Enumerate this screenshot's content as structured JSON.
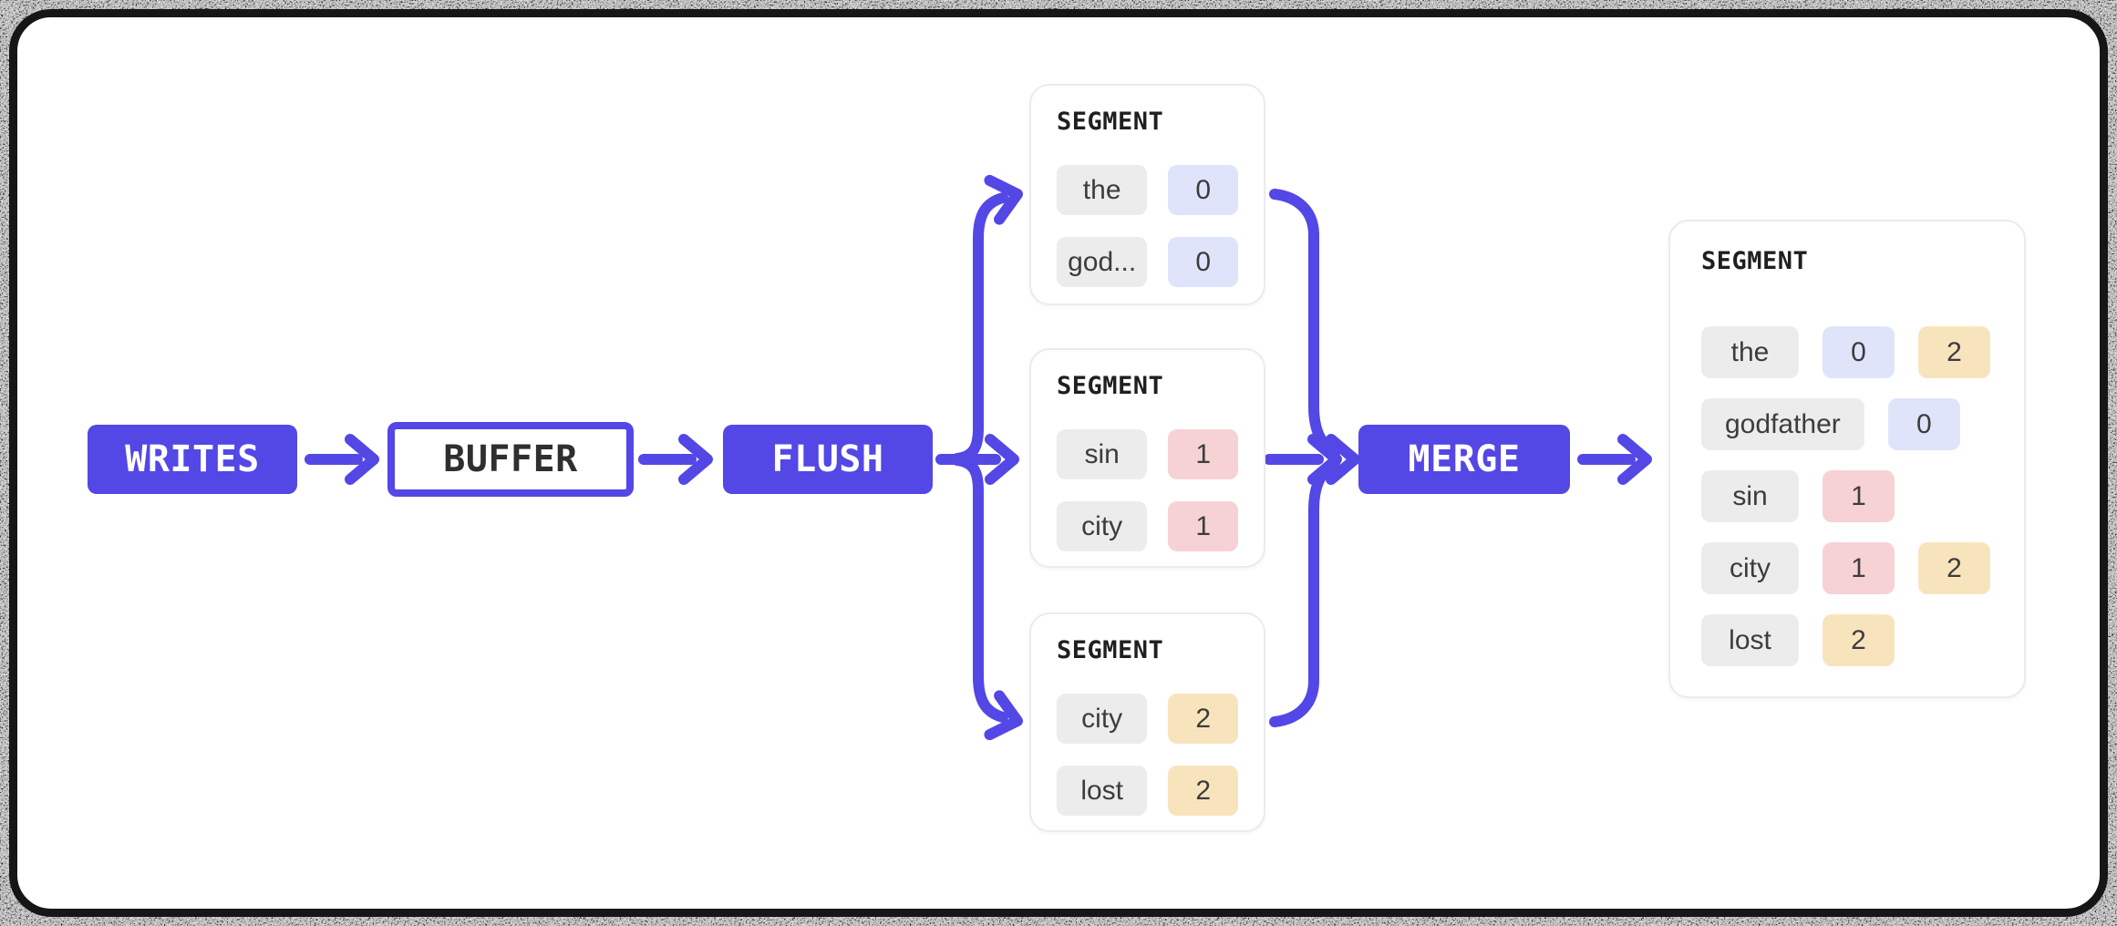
{
  "colors": {
    "accent": "#5347E6",
    "frame_border": "#161616",
    "node_text_light": "#FFFFFF",
    "node_text_dark": "#2F2F2F",
    "chip_gray": "#ECECEC",
    "chip_doc0_blue": "#DFE4FB",
    "chip_doc1_pink": "#F6D2D5",
    "chip_doc2_amber": "#F8E4BC",
    "card_border": "#EBEBEB"
  },
  "pipeline": {
    "writes_label": "WRITES",
    "buffer_label": "BUFFER",
    "flush_label": "FLUSH",
    "merge_label": "MERGE"
  },
  "segments": [
    {
      "title": "SEGMENT",
      "rows": [
        {
          "term": "the",
          "ids": [
            {
              "value": "0",
              "color": "#DFE4FB"
            }
          ]
        },
        {
          "term": "god...",
          "ids": [
            {
              "value": "0",
              "color": "#DFE4FB"
            }
          ]
        }
      ]
    },
    {
      "title": "SEGMENT",
      "rows": [
        {
          "term": "sin",
          "ids": [
            {
              "value": "1",
              "color": "#F6D2D5"
            }
          ]
        },
        {
          "term": "city",
          "ids": [
            {
              "value": "1",
              "color": "#F6D2D5"
            }
          ]
        }
      ]
    },
    {
      "title": "SEGMENT",
      "rows": [
        {
          "term": "city",
          "ids": [
            {
              "value": "2",
              "color": "#F8E4BC"
            }
          ]
        },
        {
          "term": "lost",
          "ids": [
            {
              "value": "2",
              "color": "#F8E4BC"
            }
          ]
        }
      ]
    }
  ],
  "merged_segment": {
    "title": "SEGMENT",
    "rows": [
      {
        "term": "the",
        "ids": [
          {
            "value": "0",
            "color": "#DFE4FB"
          },
          {
            "value": "2",
            "color": "#F8E4BC"
          }
        ]
      },
      {
        "term": "godfather",
        "ids": [
          {
            "value": "0",
            "color": "#DFE4FB"
          }
        ]
      },
      {
        "term": "sin",
        "ids": [
          {
            "value": "1",
            "color": "#F6D2D5"
          }
        ]
      },
      {
        "term": "city",
        "ids": [
          {
            "value": "1",
            "color": "#F6D2D5"
          },
          {
            "value": "2",
            "color": "#F8E4BC"
          }
        ]
      },
      {
        "term": "lost",
        "ids": [
          {
            "value": "2",
            "color": "#F8E4BC"
          }
        ]
      }
    ]
  }
}
